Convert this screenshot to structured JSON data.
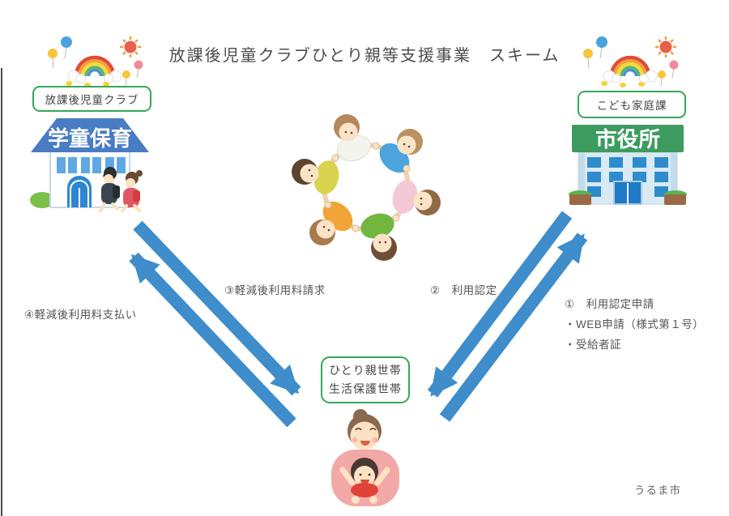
{
  "title": "放課後児童クラブひとり親等支援事業　スキーム",
  "left_org": {
    "label": "放課後児童クラブ",
    "building_sign": "学童保育"
  },
  "right_org": {
    "label": "こども家庭課",
    "building_sign": "市役所"
  },
  "household": {
    "line1": "ひとり親世帯",
    "line2": "生活保護世帯"
  },
  "steps": {
    "step1": {
      "label": "①　利用認定申請",
      "note1": "・WEB申請（様式第１号）",
      "note2": "・受給者証"
    },
    "step2": {
      "label": "②　利用認定"
    },
    "step3": {
      "label": "③軽減後利用料請求"
    },
    "step4": {
      "label": "④軽減後利用料支払い"
    }
  },
  "footer": {
    "credit": "うるま市"
  },
  "colors": {
    "arrow_blue": "#3f8dcb",
    "box_green": "#35a759",
    "roof_blue": "#4a7cc4",
    "sign_green": "#3e9b5f"
  },
  "icons": [
    "rainbow-icon",
    "sun-icon",
    "balloon-icon",
    "chick-icon",
    "school-building-icon",
    "city-hall-icon",
    "children-circle-icon",
    "parent-child-icon"
  ]
}
